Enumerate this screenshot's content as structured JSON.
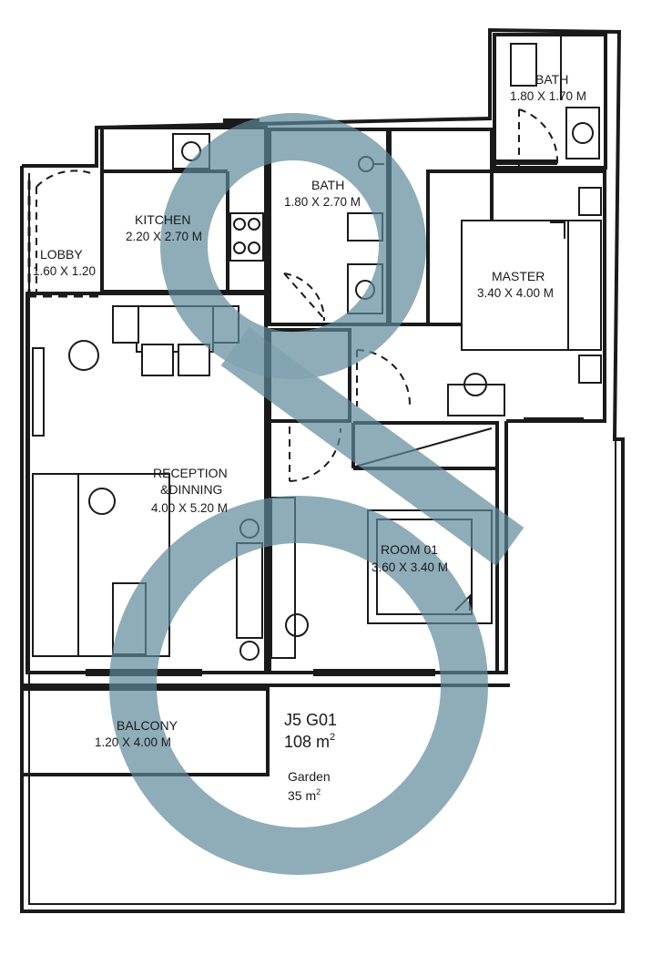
{
  "plan": {
    "unit_code": "J5 G01",
    "unit_area": "108 m",
    "unit_area_sup": "2",
    "garden_label": "Garden",
    "garden_area": "35 m",
    "garden_area_sup": "2"
  },
  "rooms": {
    "bath_top": {
      "name": "BATH",
      "dims": "1.80 X 1.70 M"
    },
    "bath_mid": {
      "name": "BATH",
      "dims": "1.80 X 2.70 M"
    },
    "kitchen": {
      "name": "KITCHEN",
      "dims": "2.20 X 2.70 M"
    },
    "lobby": {
      "name": "LOBBY",
      "dims": "1.60 X 1.20"
    },
    "master": {
      "name": "MASTER",
      "dims": "3.40 X 4.00 M"
    },
    "reception": {
      "name1": "RECEPTION",
      "name2": "&DINNING",
      "dims": "4.00 X 5.20 M"
    },
    "room01": {
      "name": "ROOM 01",
      "dims": "3.60 X 3.40 M"
    },
    "balcony": {
      "name": "BALCONY",
      "dims": "1.20 X 4.00 M"
    }
  },
  "colors": {
    "walls": "#1a1a1a",
    "watermark": "#5f8a99",
    "background": "#ffffff"
  },
  "watermark_icon": "ampersand-logo-icon"
}
